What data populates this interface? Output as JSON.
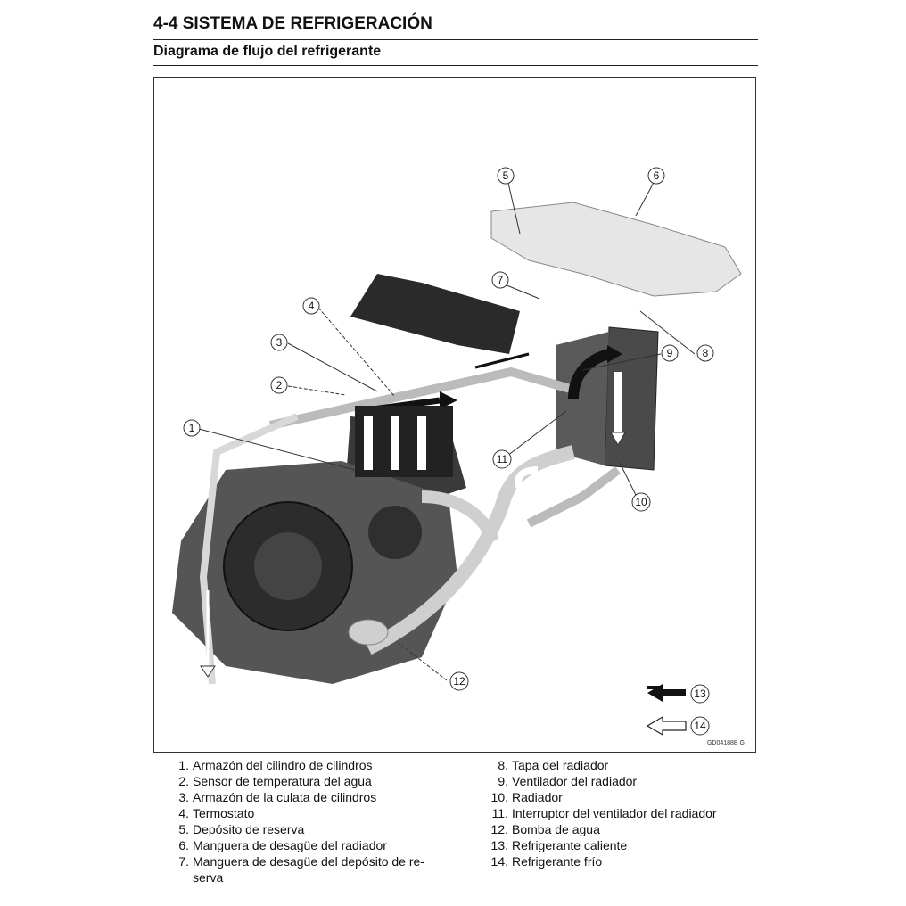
{
  "header": {
    "title": "4-4 SISTEMA DE REFRIGERACIÓN",
    "subtitle": "Diagrama de flujo del refrigerante"
  },
  "figure": {
    "code": "GD04188B G",
    "callouts": [
      "1",
      "2",
      "3",
      "4",
      "5",
      "6",
      "7",
      "8",
      "9",
      "10",
      "11",
      "12",
      "13",
      "14"
    ]
  },
  "legend": {
    "items": [
      {
        "num": "1.",
        "text": "Armazón del cilindro de cilindros"
      },
      {
        "num": "2.",
        "text": "Sensor de temperatura del agua"
      },
      {
        "num": "3.",
        "text": "Armazón de la culata de cilindros"
      },
      {
        "num": "4.",
        "text": "Termostato"
      },
      {
        "num": "5.",
        "text": "Depósito de reserva"
      },
      {
        "num": "6.",
        "text": "Manguera de desagüe del radiador"
      },
      {
        "num": "7.",
        "text": "Manguera de desagüe del depósito de re-",
        "cont": "serva"
      },
      {
        "num": "8.",
        "text": "Tapa del radiador"
      },
      {
        "num": "9.",
        "text": "Ventilador del radiador"
      },
      {
        "num": "10.",
        "text": "Radiador"
      },
      {
        "num": "11.",
        "text": "Interruptor del ventilador del radiador"
      },
      {
        "num": "12.",
        "text": "Bomba de agua"
      },
      {
        "num": "13.",
        "text": "Refrigerante caliente"
      },
      {
        "num": "14.",
        "text": "Refrigerante frío"
      }
    ]
  }
}
